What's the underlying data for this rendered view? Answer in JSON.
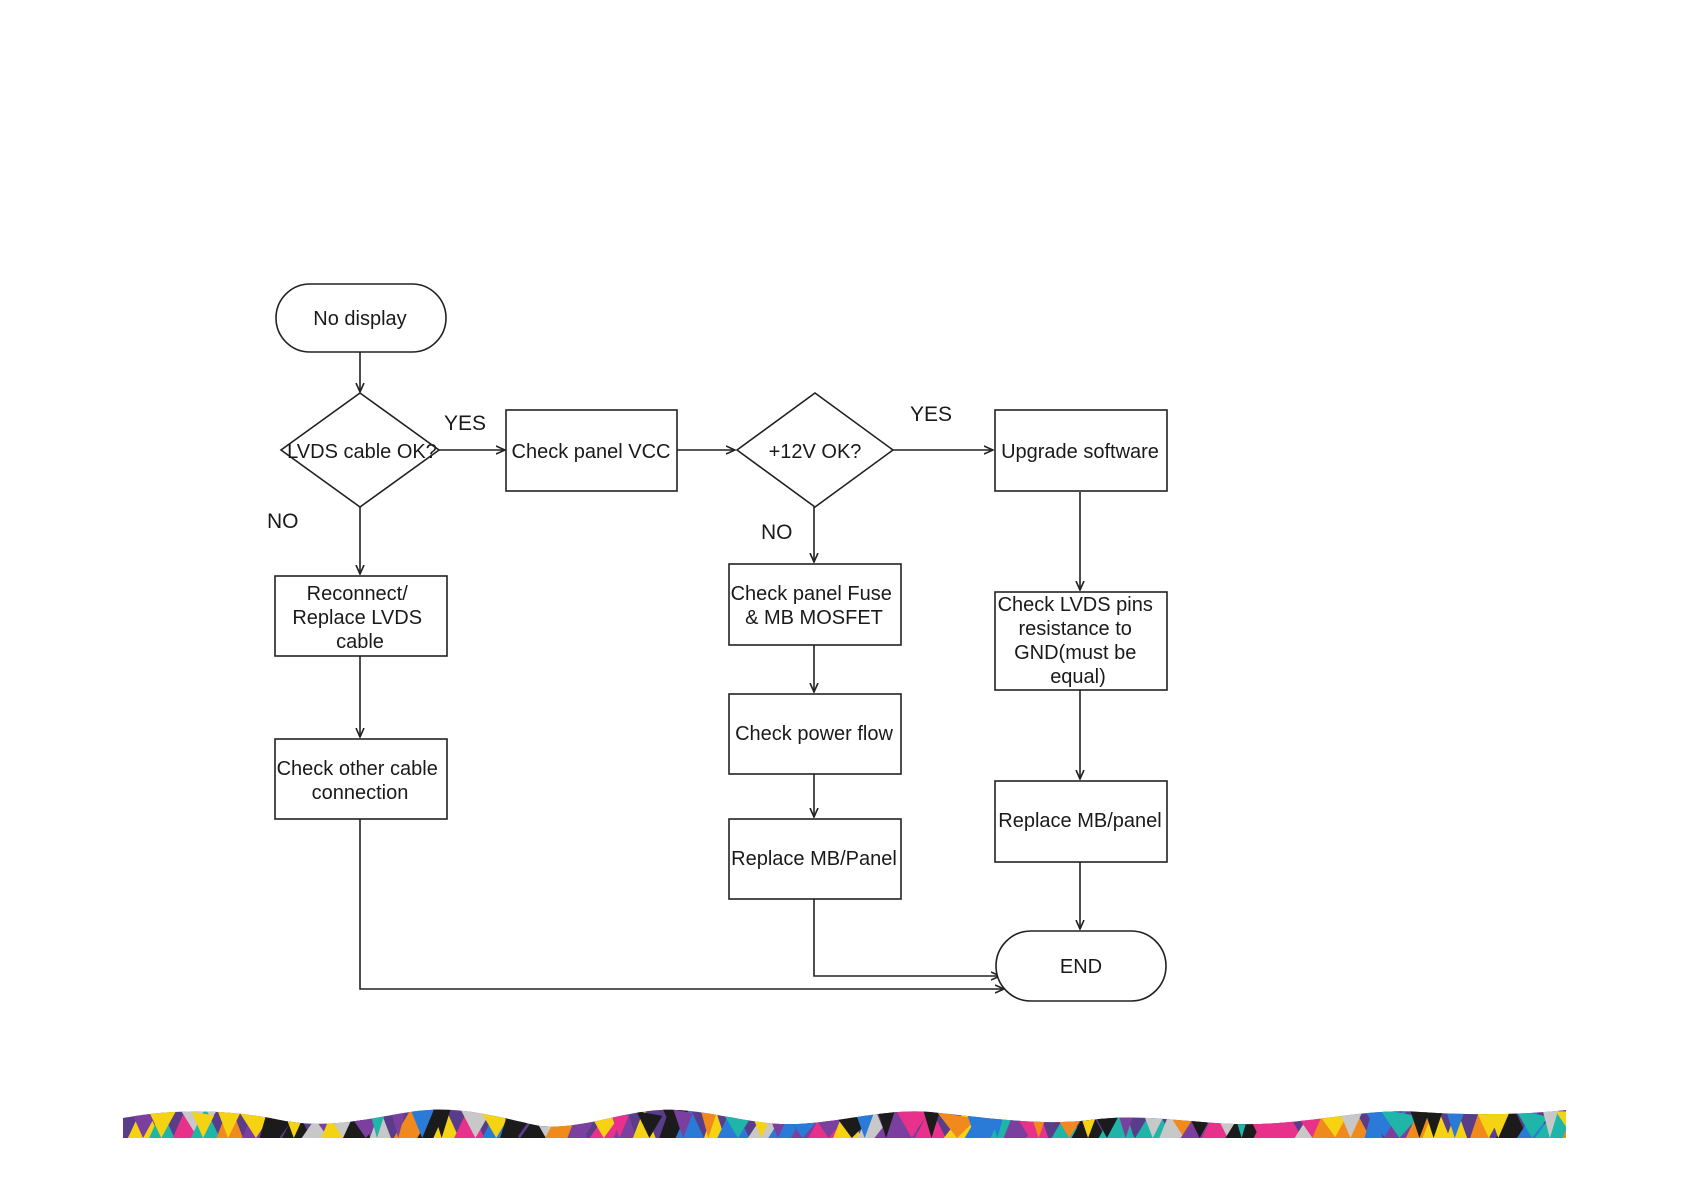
{
  "diagram": {
    "nodes": {
      "start": {
        "lines": [
          "No display"
        ]
      },
      "lvds_check": {
        "lines": [
          "LVDS cable OK?"
        ]
      },
      "reconnect": {
        "lines": [
          "Reconnect/",
          "Replace LVDS",
          "cable"
        ]
      },
      "other_cable": {
        "lines": [
          "Check other cable",
          "connection"
        ]
      },
      "panel_vcc": {
        "lines": [
          "Check panel VCC"
        ]
      },
      "v12_check": {
        "lines": [
          "+12V OK?"
        ]
      },
      "fuse_mosfet": {
        "lines": [
          "Check panel Fuse",
          "& MB MOSFET"
        ]
      },
      "power_flow": {
        "lines": [
          "Check power flow"
        ]
      },
      "replace_mb_panel_upper": {
        "lines": [
          "Replace MB/Panel"
        ]
      },
      "upgrade_sw": {
        "lines": [
          "Upgrade software"
        ]
      },
      "lvds_pins": {
        "lines": [
          "Check LVDS pins",
          "resistance to",
          "GND(must be",
          "equal)"
        ]
      },
      "replace_mb_panel_lower": {
        "lines": [
          "Replace MB/panel"
        ]
      },
      "end": {
        "lines": [
          "END"
        ]
      }
    },
    "edge_labels": {
      "lvds_yes": "YES",
      "lvds_no": "NO",
      "v12_yes": "YES",
      "v12_no": "NO"
    }
  },
  "footer": {
    "decoration": "multicolor-geometric-wave-banner",
    "colors": [
      "#e8318a",
      "#f5d312",
      "#2a7bd8",
      "#1b1b1b",
      "#7b3fa0",
      "#1fb5a8",
      "#f08a1c",
      "#c8c8c8"
    ]
  }
}
